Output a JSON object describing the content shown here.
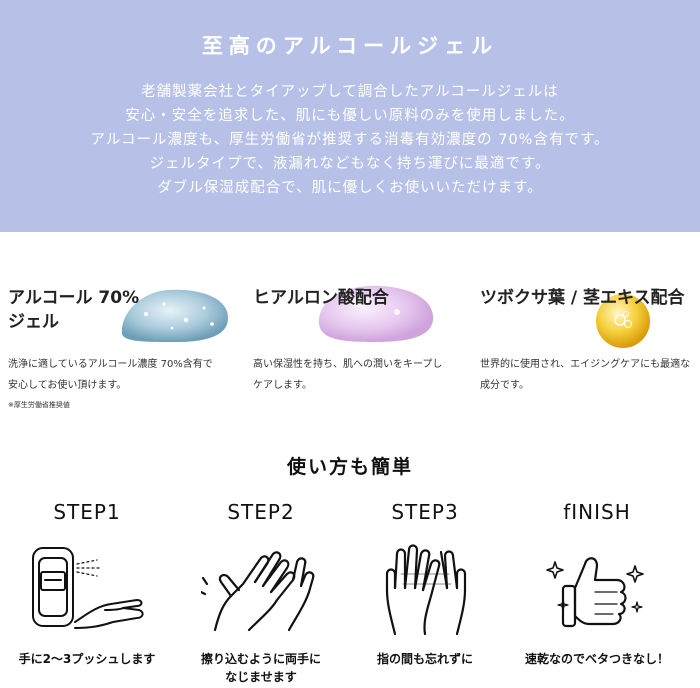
{
  "hero": {
    "title": "至高のアルコールジェル",
    "lines": [
      "老舗製薬会社とタイアップして調合したアルコールジェルは",
      "安心・安全を追求した、肌にも優しい原料のみを使用しました。",
      "アルコール濃度も、厚生労働省が推奨する消毒有効濃度の 70%含有です。",
      "ジェルタイプで、液漏れなどもなく持ち運びに最適です。",
      "ダブル保湿成配合で、肌に優しくお使いいただけます。"
    ]
  },
  "features": [
    {
      "title_line1": "アルコール 70%",
      "title_line2": "ジェル",
      "desc_line1": "洗浄に適しているアルコール濃度 70%含有で",
      "desc_line2": "安心してお使い頂けます。",
      "note": "※厚生労働省推奨値"
    },
    {
      "title_line1": "ヒアルロン酸配合",
      "desc_line1": "高い保湿性を持ち、肌への潤いをキープし",
      "desc_line2": "ケアします。"
    },
    {
      "title_line1": "ツボクサ葉 / 茎エキス配合",
      "desc_line1": "世界的に使用され、エイジングケアにも最適な",
      "desc_line2": "成分です。"
    }
  ],
  "usage": {
    "title": "使い方も簡単",
    "steps": [
      {
        "label": "STEP1",
        "caption_line1": "手に2～3プッシュします",
        "caption_line2": "",
        "icon": "spray-hand-icon"
      },
      {
        "label": "STEP2",
        "caption_line1": "擦り込むように両手に",
        "caption_line2": "なじませます",
        "icon": "rubbing-hands-icon"
      },
      {
        "label": "STEP3",
        "caption_line1": "指の間も忘れずに",
        "caption_line2": "",
        "icon": "interlaced-fingers-icon"
      },
      {
        "label": "fINISH",
        "caption_line1": "速乾なのでベタつきなし！",
        "caption_line2": "",
        "icon": "thumbs-up-sparkle-icon"
      }
    ]
  },
  "colors": {
    "hero_bg": "#b7c1e7",
    "gel_blue": "#9fc3d6",
    "gel_pink": "#e6c8ee",
    "gel_gold": "#f2c21a"
  }
}
